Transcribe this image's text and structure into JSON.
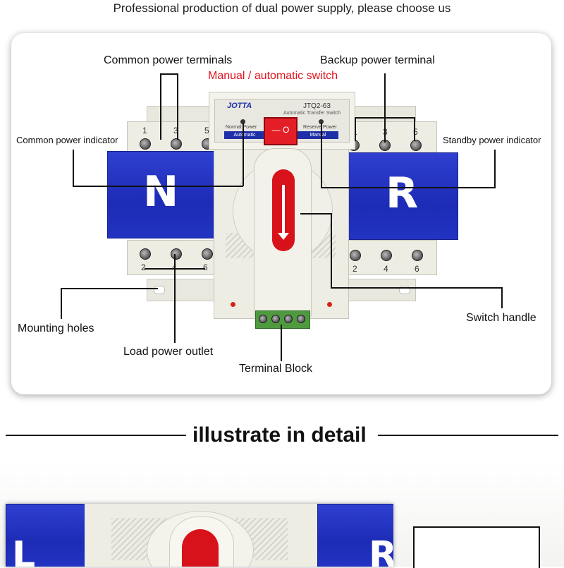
{
  "header": {
    "tagline": "Professional production of dual power supply, please choose us"
  },
  "callouts": {
    "common_power_terminals": "Common power terminals",
    "backup_power_terminal": "Backup power terminal",
    "manual_auto_switch": "Manual / automatic switch",
    "common_power_indicator": "Common power indicator",
    "standby_power_indicator": "Standby power indicator",
    "mounting_holes": "Mounting holes",
    "load_power_outlet": "Load power outlet",
    "terminal_block": "Terminal Block",
    "switch_handle": "Switch handle"
  },
  "device": {
    "brand": "JOTTA",
    "model": "JTQ2-63",
    "subtitle": "Automatic Transfer Switch",
    "normal_power": "Normal Power",
    "reserve_power": "Reserve Power",
    "automatic": "Automatic",
    "manual": "Manual",
    "left_letter": "N",
    "right_letter": "R",
    "top_numbers": [
      "1",
      "3",
      "5"
    ],
    "bottom_numbers": [
      "2",
      "4",
      "6"
    ],
    "toggle_marks": "— O"
  },
  "section": {
    "title": "illustrate in detail"
  },
  "detail": {
    "left_letter": "L",
    "right_letter": "R"
  }
}
